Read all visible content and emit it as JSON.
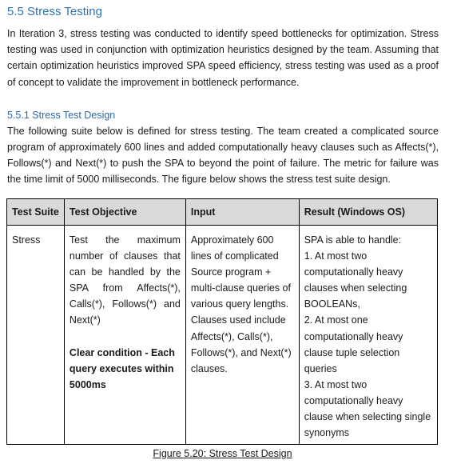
{
  "section": {
    "heading": "5.5 Stress Testing",
    "paragraph": "In Iteration 3, stress testing was conducted to identify speed bottlenecks for optimization. Stress testing was used in conjunction with optimization heuristics designed by the team. Assuming that certain optimization heuristics improved SPA speed efficiency, stress testing was used as a proof of concept to validate the improvement in bottleneck performance."
  },
  "subsection": {
    "heading": "5.5.1 Stress Test Design",
    "paragraph": "The following suite below is defined for stress testing. The team created a complicated source program of approximately 600 lines and added computationally heavy clauses such as Affects(*), Follows(*) and Next(*) to push the SPA to beyond the point of failure. The metric for failure was the time limit of 5000 milliseconds. The figure below shows the stress test suite design."
  },
  "table": {
    "headers": [
      "Test Suite",
      "Test Objective",
      "Input",
      "Result (Windows OS)"
    ],
    "row": {
      "suite": "Stress",
      "objective": "Test the maximum number of clauses that can be handled by the SPA from Affects(*), Calls(*), Follows(*) and Next(*)",
      "clear_condition": "Clear condition - Each query executes within 5000ms",
      "input": "Approximately 600 lines of complicated Source program + multi-clause queries of various query lengths. Clauses used include Affects(*), Calls(*), Follows(*), and Next(*) clauses.",
      "result_intro": "SPA is able to handle:",
      "result_1": "1. At most two computationally heavy clauses when selecting BOOLEANs,",
      "result_2": "2. At most one computationally heavy clause tuple selection queries",
      "result_3": "3. At most two computationally heavy clause when selecting single synonyms"
    }
  },
  "caption": "Figure 5.20: Stress Test Design"
}
